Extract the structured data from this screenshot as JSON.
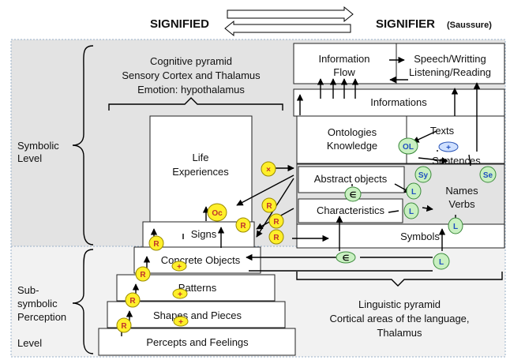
{
  "header": {
    "signified": "SIGNIFIED",
    "signifier": "SIGNIFIER",
    "signifier_note": "(Saussure)"
  },
  "levels": {
    "symbolic": [
      "Symbolic",
      "Level"
    ],
    "subsymbolic": [
      "Sub-",
      "symbolic",
      "Perception",
      "Level"
    ]
  },
  "cognitive_caption": [
    "Cognitive pyramid",
    "Sensory Cortex and Thalamus",
    "Emotion: hypothalamus"
  ],
  "linguistic_caption": [
    "Linguistic pyramid",
    "Cortical areas of the language,",
    "Thalamus"
  ],
  "left_pyramid": {
    "life_experiences": [
      "Life",
      "Experiences"
    ],
    "signs": "Signs",
    "concrete_objects": "Concrete Objects",
    "patterns": "Patterns",
    "shapes": "Shapes and  Pieces",
    "percepts": "Percepts and Feelings"
  },
  "right_pyramid": {
    "information_flow": [
      "Information",
      "Flow"
    ],
    "speech": [
      "Speech/Writting",
      "Listening/Reading"
    ],
    "informations": "Informations",
    "ontologies": [
      "Ontologies",
      "Knowledge"
    ],
    "texts": "Texts",
    "sentences": "Sentences",
    "abstract_objects": "Abstract objects",
    "names_verbs": [
      "Names",
      "Verbs"
    ],
    "characteristics": "Characteristics",
    "symbols": "Symbols"
  },
  "badges": {
    "R": "R",
    "Oc": "Oc",
    "L": "L",
    "OL": "OL",
    "Sy": "Sy",
    "Se": "Se",
    "element_of": "∈",
    "plus": "+",
    "cross": "×"
  },
  "colors": {
    "symbolic_bg": "#e3e3e3",
    "subsymbolic_bg": "#f2f2f2",
    "yellow_badge": "#ffef2a",
    "green_badge": "#c9f0c1",
    "dashed_border": "#9ab0c8"
  }
}
